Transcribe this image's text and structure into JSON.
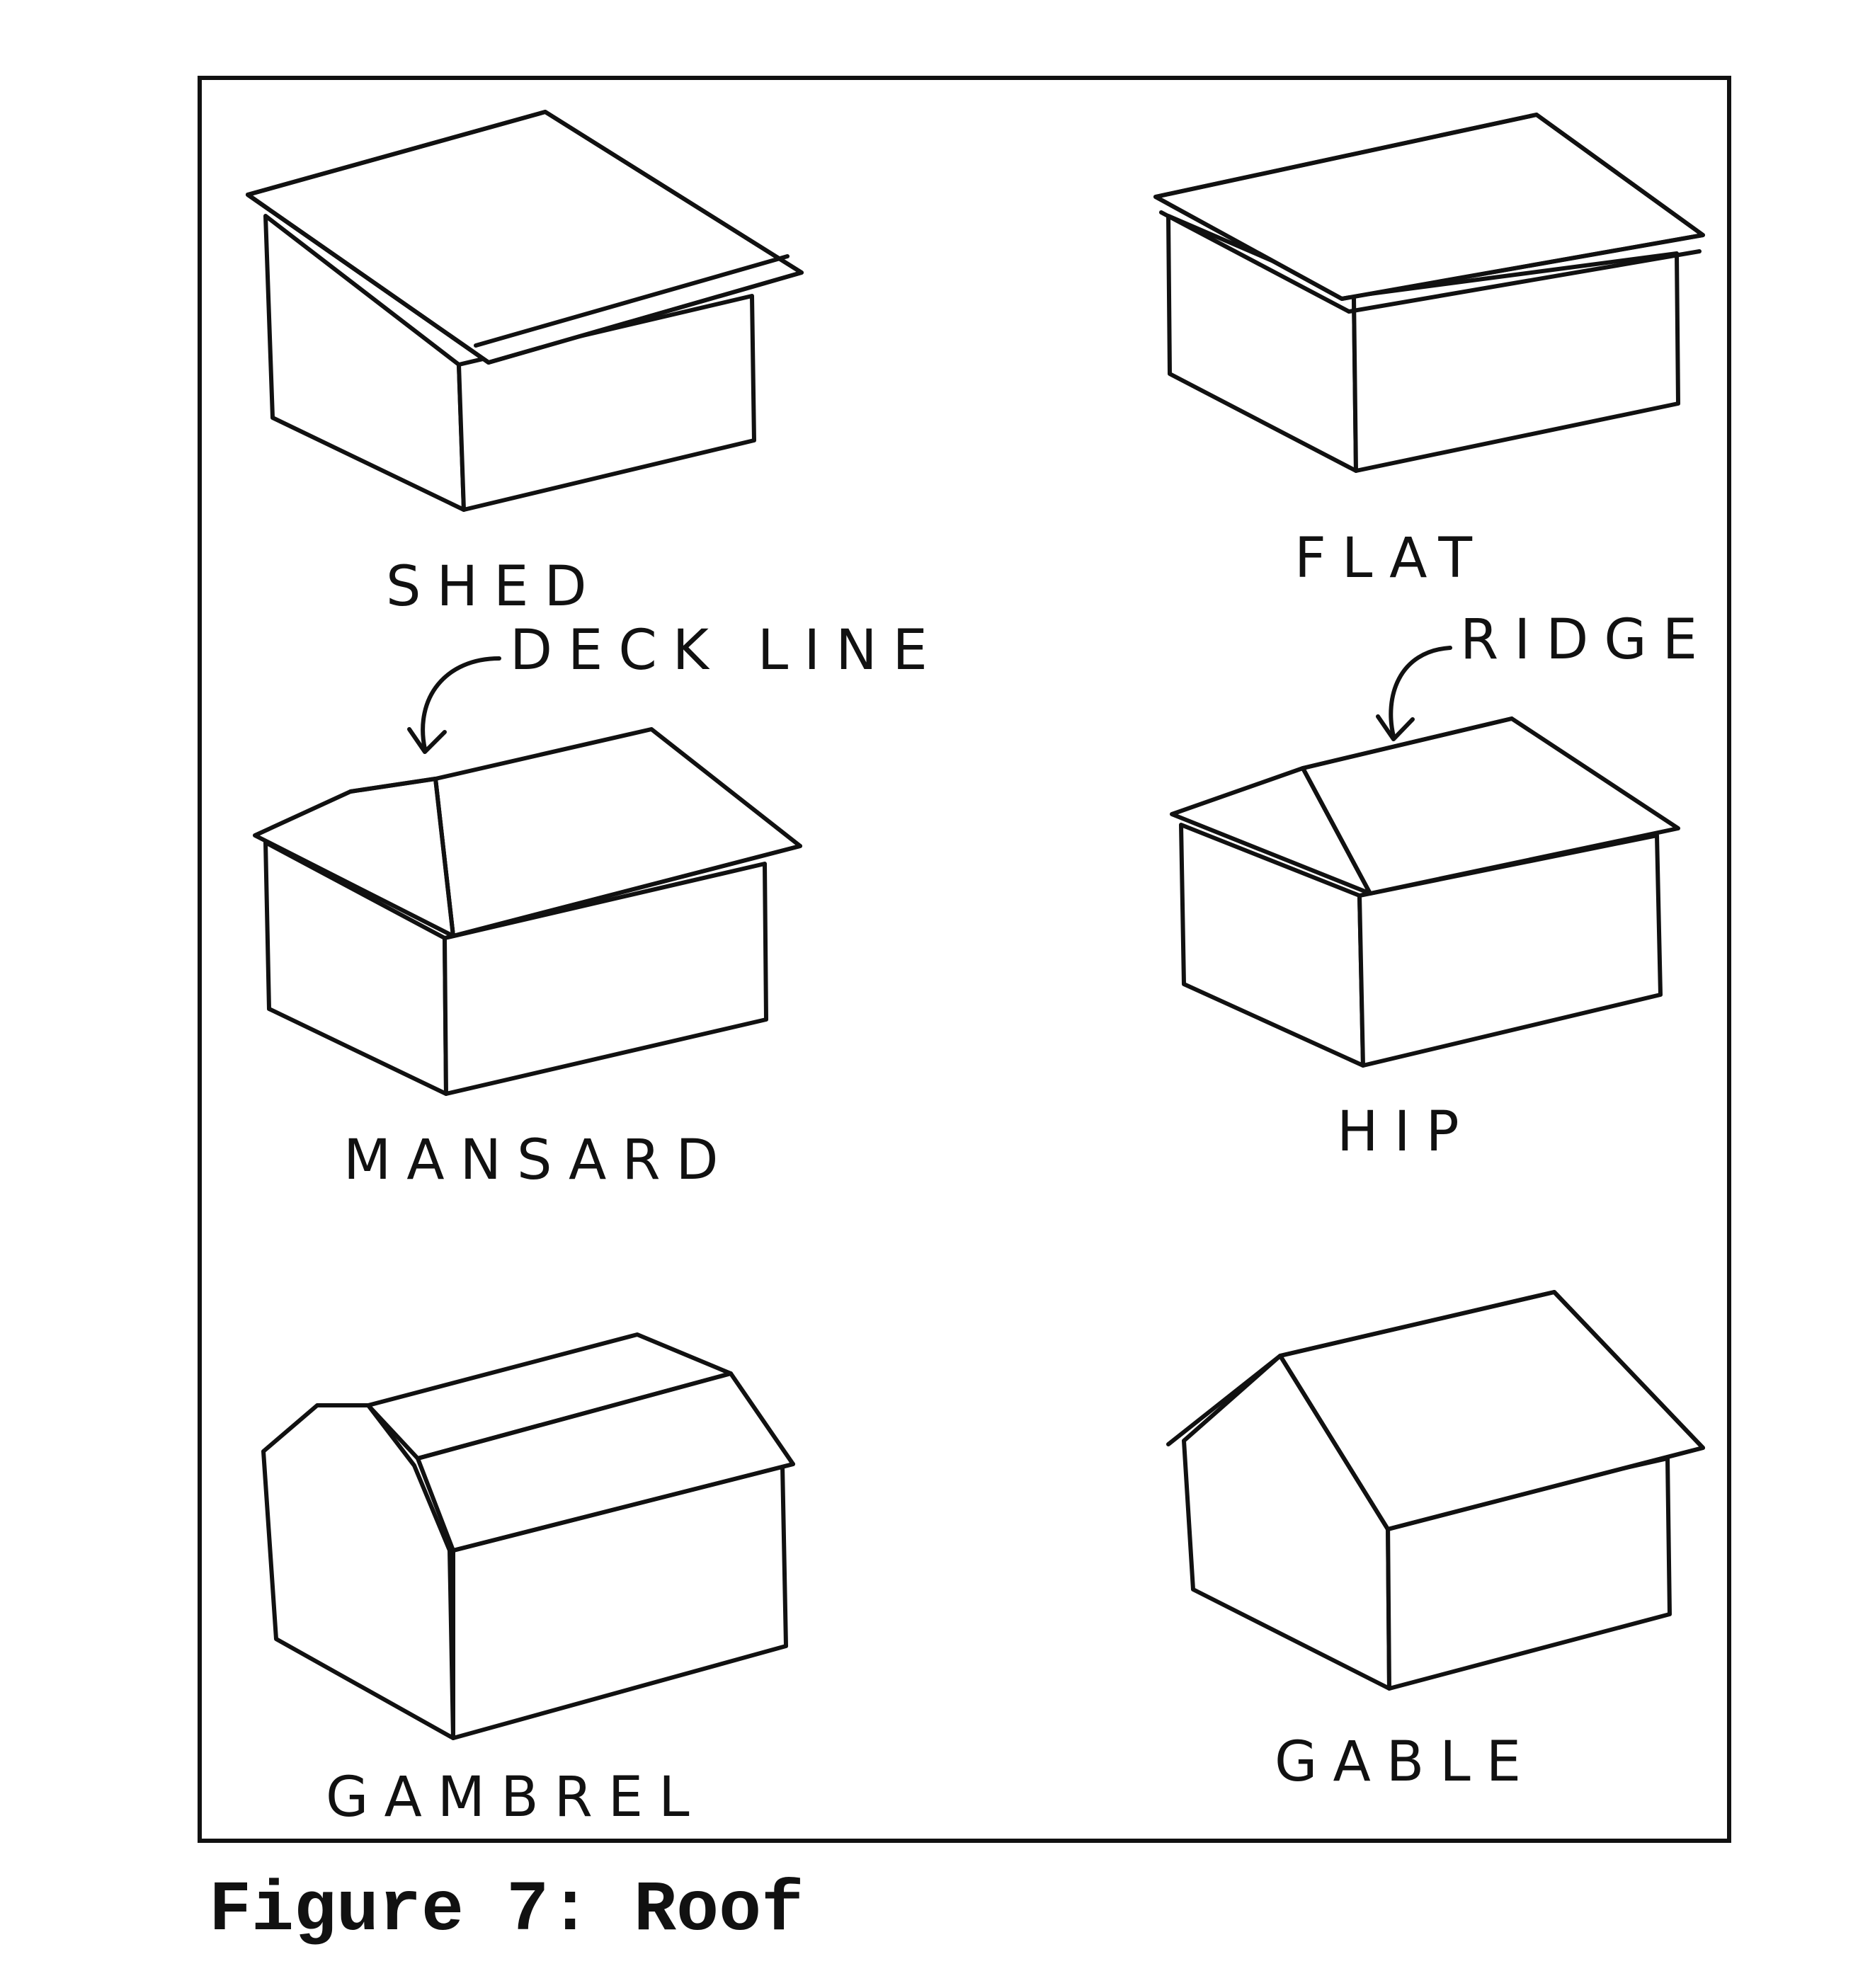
{
  "figure": {
    "caption": "Figure 7: Roof"
  },
  "roof_types": {
    "shed": {
      "label": "SHED"
    },
    "flat": {
      "label": "FLAT"
    },
    "mansard": {
      "label": "MANSARD",
      "callout": "DECK LINE"
    },
    "hip": {
      "label": "HIP",
      "callout": "RIDGE"
    },
    "gambrel": {
      "label": "GAMBREL"
    },
    "gable": {
      "label": "GABLE"
    }
  },
  "colors": {
    "ink": "#111111",
    "paper": "#ffffff"
  }
}
